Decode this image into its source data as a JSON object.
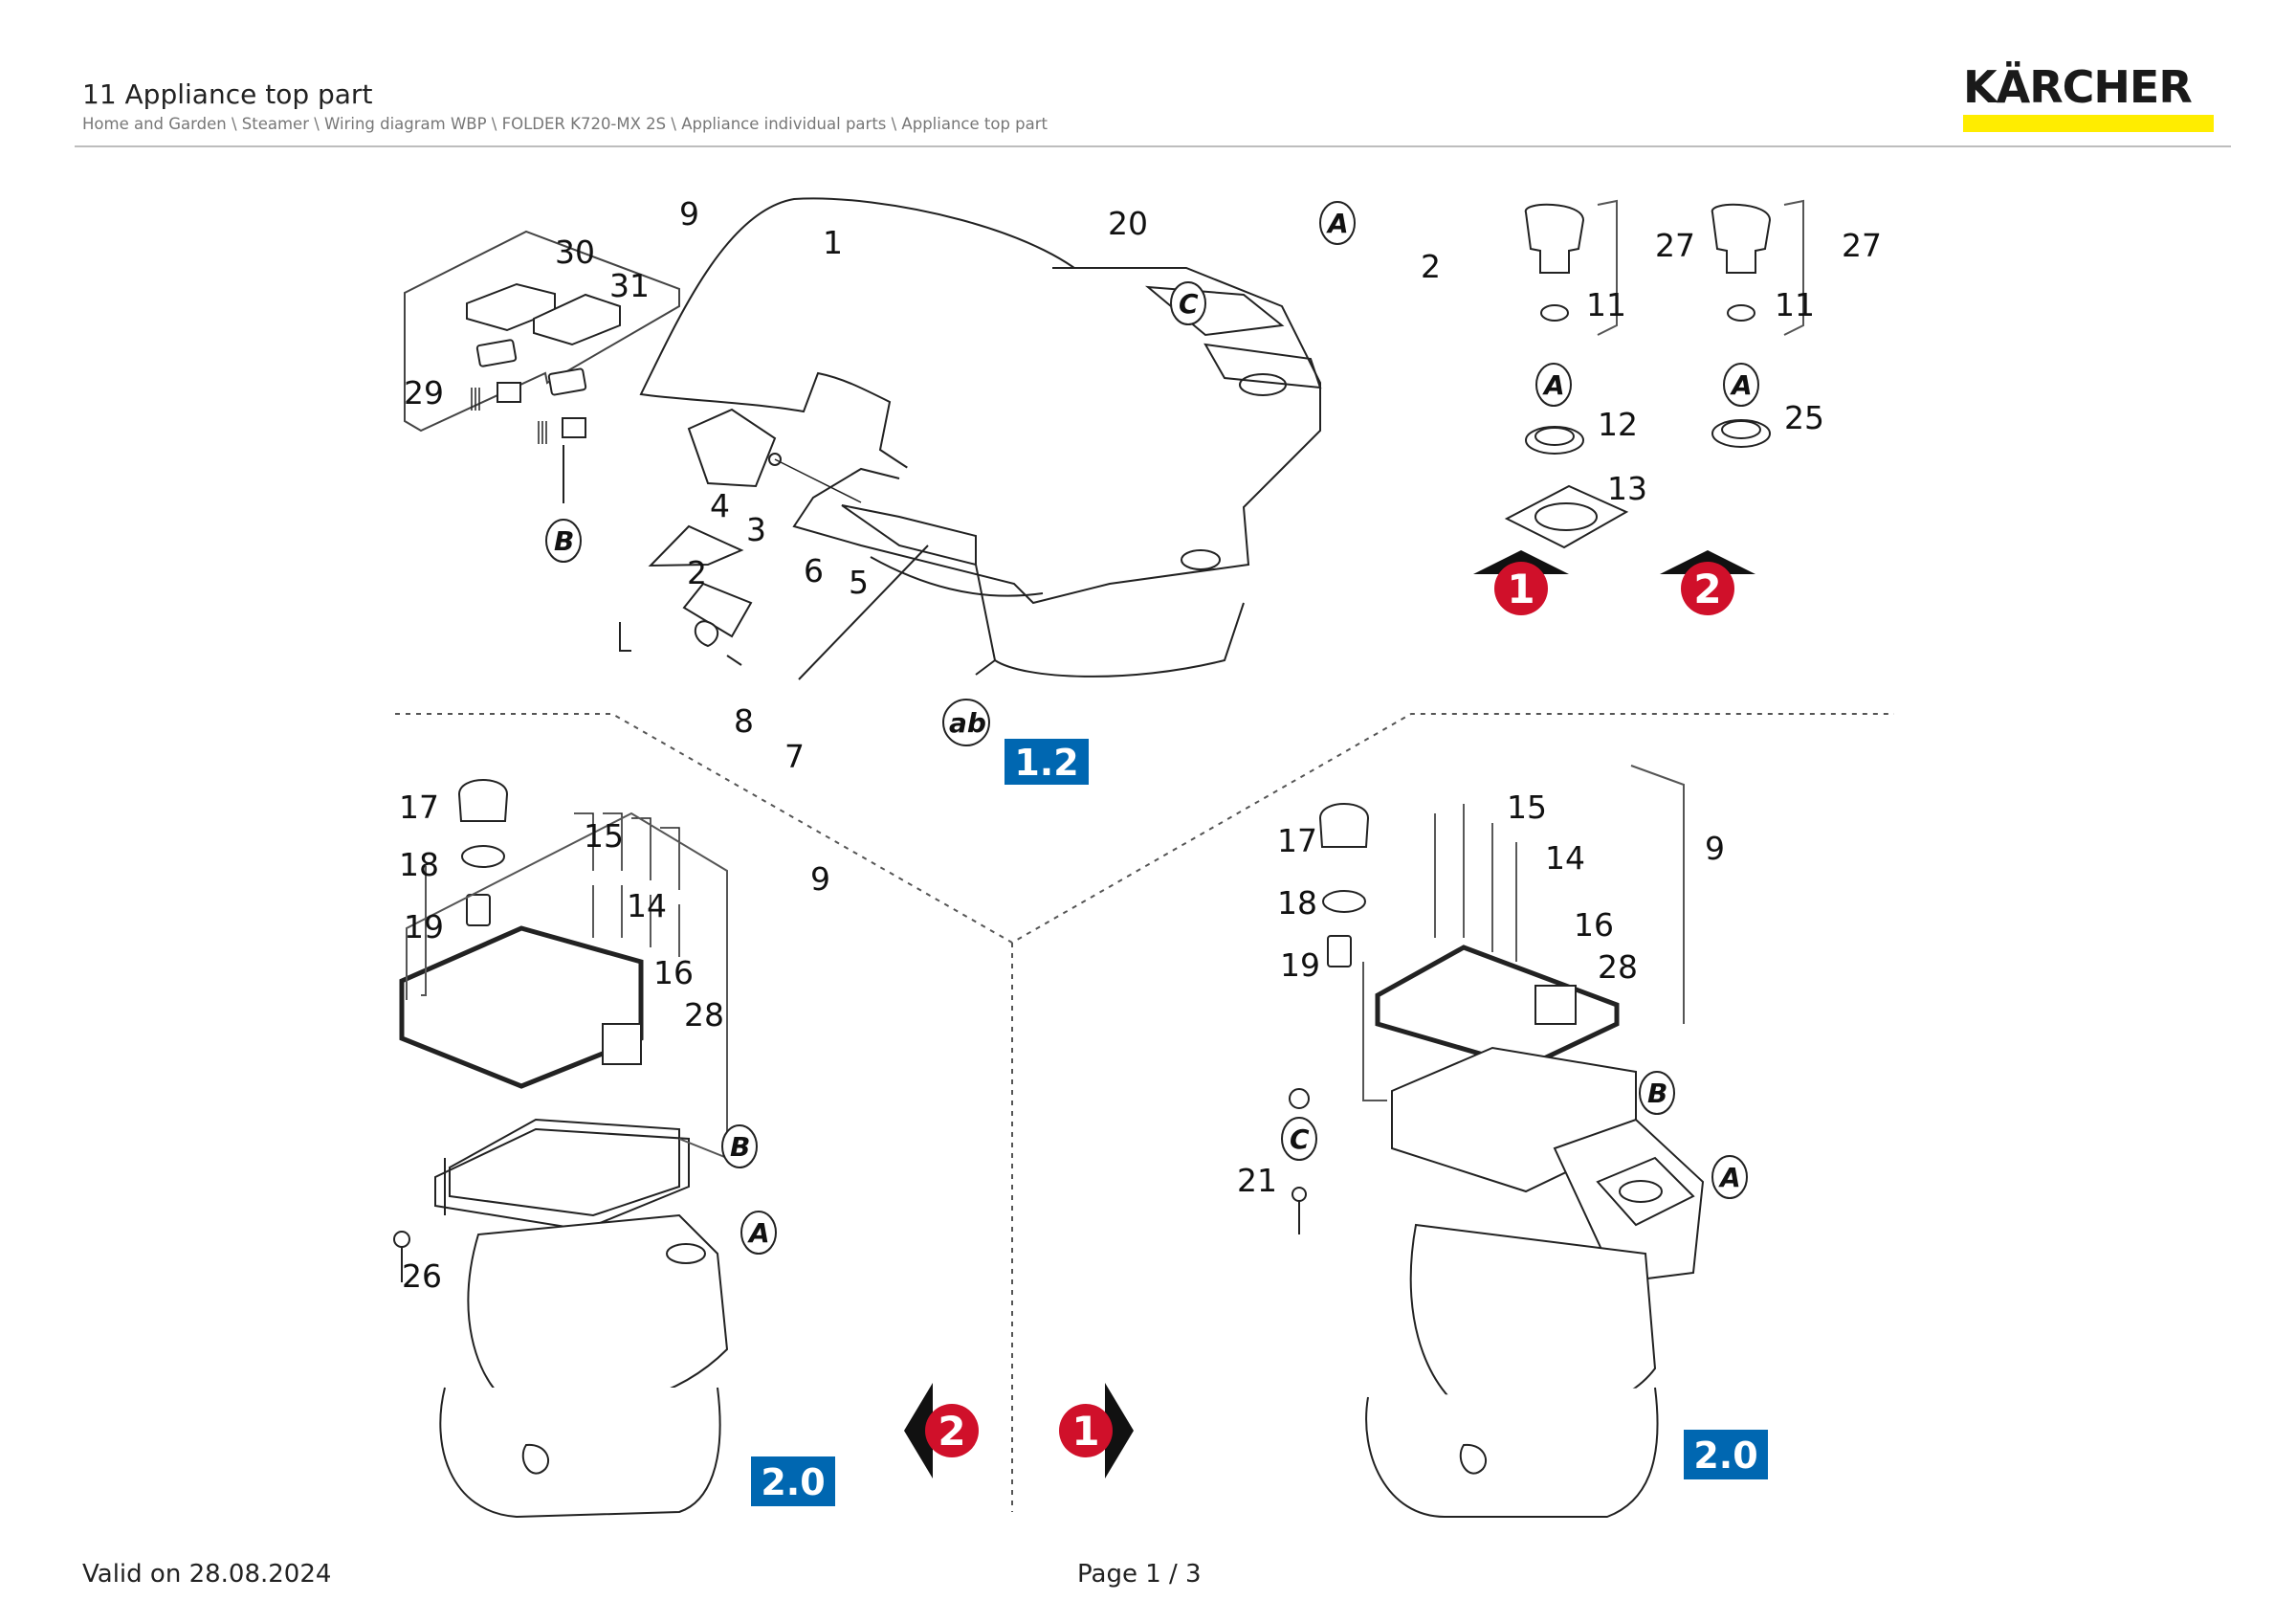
{
  "header": {
    "title": "11 Appliance top part",
    "breadcrumb": "Home and Garden \\ Steamer \\ Wiring diagram WBP \\ FOLDER K720-MX 2S \\ Appliance individual parts \\ Appliance top part"
  },
  "brand": {
    "logo_text": "KÄRCHER",
    "accent_color": "#ffed00"
  },
  "diagram": {
    "callouts_top": [
      "9",
      "30",
      "31",
      "29",
      "1",
      "20",
      "2",
      "4",
      "3",
      "2",
      "6",
      "5",
      "8",
      "7",
      "27",
      "11",
      "12",
      "13",
      "27",
      "11",
      "25"
    ],
    "callouts_left": [
      "17",
      "18",
      "15",
      "19",
      "14",
      "9",
      "16",
      "28",
      "26"
    ],
    "callouts_right": [
      "15",
      "17",
      "14",
      "9",
      "18",
      "16",
      "28",
      "19",
      "21"
    ],
    "markers": {
      "A": "A",
      "B": "B",
      "C": "C",
      "ab": "ab",
      "ref_12": "1.2",
      "ref_20": "2.0",
      "arrow_1": "1",
      "arrow_2": "2"
    },
    "colors": {
      "marker_red": "#d0102a",
      "ref_blue": "#0067b1",
      "stroke": "#222222"
    }
  },
  "footer": {
    "valid": "Valid on 28.08.2024",
    "page": "Page 1 / 3"
  }
}
